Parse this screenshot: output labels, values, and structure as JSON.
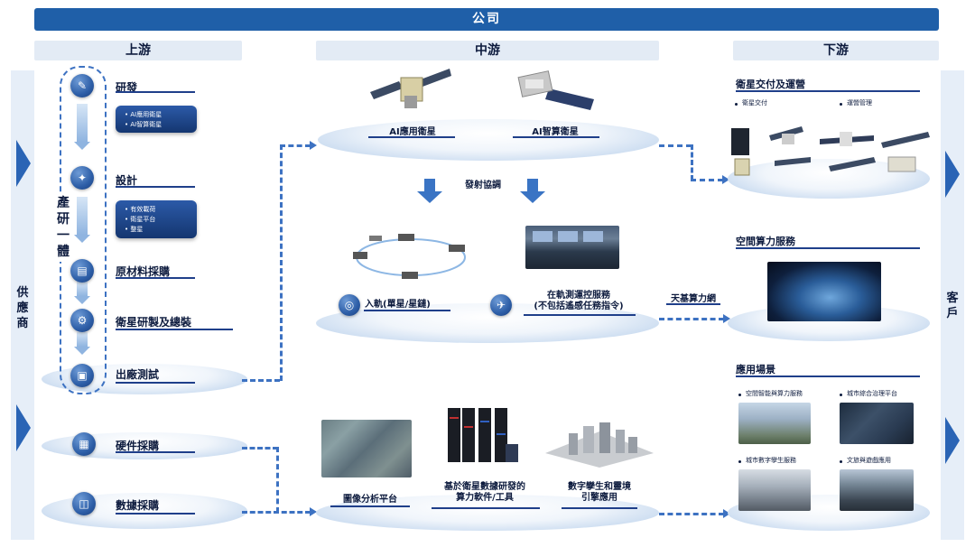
{
  "company": "公司",
  "columns": {
    "upstream": "上游",
    "midstream": "中游",
    "downstream": "下游"
  },
  "left_side": "供應商",
  "right_side": "客戶",
  "rd_label": "產研一體",
  "upstream": {
    "steps": [
      "研發",
      "設計",
      "原材料採購",
      "衛星研製及總裝",
      "出廠測試"
    ],
    "rd_box": [
      "AI應用衛星",
      "AI智算衛星"
    ],
    "design_box": [
      "有效載荷",
      "衛星平台",
      "整星"
    ],
    "hardware": "硬件採購",
    "data": "數據採購"
  },
  "midstream": {
    "satellites": [
      "AI應用衛星",
      "AI智算衛星"
    ],
    "launch": "發射協調",
    "orbit": "入軌(單星/星鏈)",
    "ops_line1": "在軌測運控服務",
    "ops_line2": "(不包括遙感任務指令)",
    "network": "天基算力網",
    "imaging": "圖像分析平台",
    "software_line1": "基於衛星數據研發的",
    "software_line2": "算力軟件/工具",
    "twin_line1": "數字孿生和靈境",
    "twin_line2": "引擎應用"
  },
  "downstream": {
    "delivery_title": "衛星交付及運營",
    "delivery_items": [
      "衛星交付",
      "運營管理"
    ],
    "compute_title": "空間算力服務",
    "scenarios_title": "應用場景",
    "scenarios": [
      "空間智能與算力服務",
      "城市綜合治理平台",
      "城市數字孿生服務",
      "文旅與遊戲應用"
    ]
  },
  "colors": {
    "primary": "#1f5fa8",
    "dark": "#143670",
    "dash": "#3d72c2",
    "light": "#e3ebf5"
  }
}
